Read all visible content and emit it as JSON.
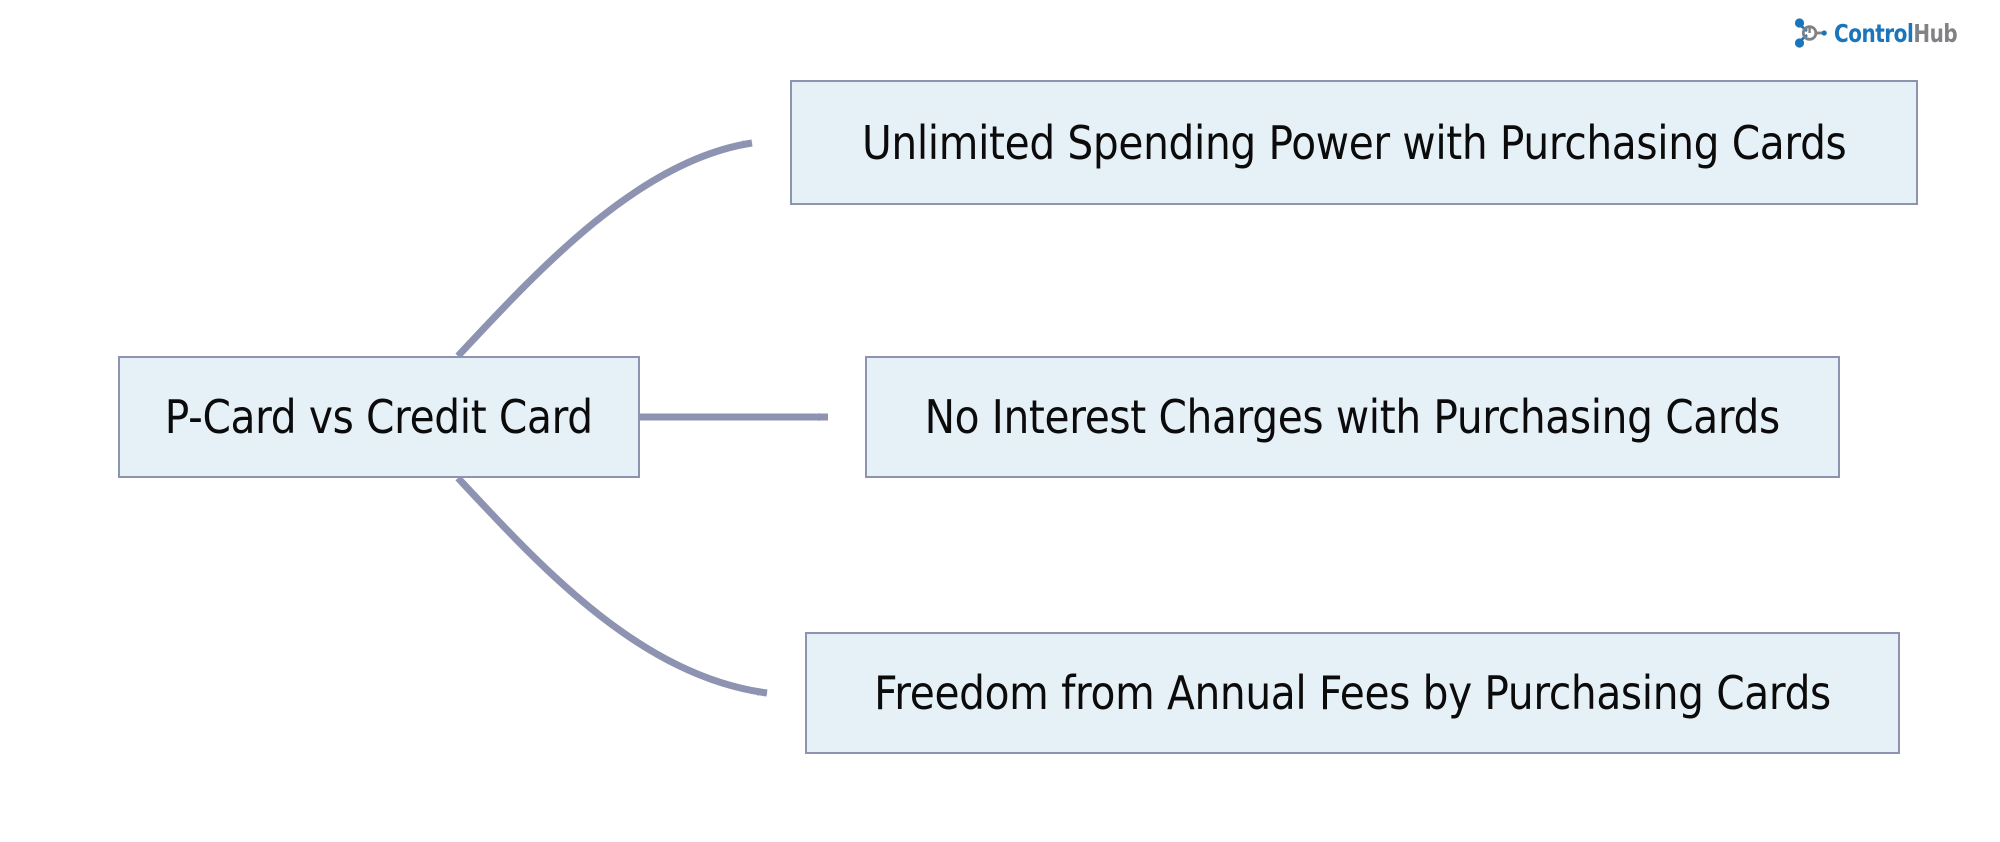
{
  "brand": {
    "name_primary": "Control",
    "name_secondary": "Hub",
    "mark_icon": "molecule-network-icon",
    "color_primary": "#1b75bb",
    "color_secondary": "#808285"
  },
  "diagram": {
    "type": "flowchart",
    "direction": "left-to-right",
    "node_fill": "#e6f0f7",
    "node_border": "#8d93b0",
    "edge_color": "#8d93b0",
    "text_color": "#0b0b0b",
    "source": {
      "id": "p-card-vs-credit-card",
      "label": "P-Card vs Credit Card"
    },
    "targets": [
      {
        "id": "unlimited-spending-power",
        "label": "Unlimited Spending Power with Purchasing Cards",
        "edge": "curve-up"
      },
      {
        "id": "no-interest-charges",
        "label": "No Interest Charges with Purchasing Cards",
        "edge": "straight"
      },
      {
        "id": "freedom-from-annual-fees",
        "label": "Freedom from Annual Fees by Purchasing Cards",
        "edge": "curve-down"
      }
    ]
  }
}
